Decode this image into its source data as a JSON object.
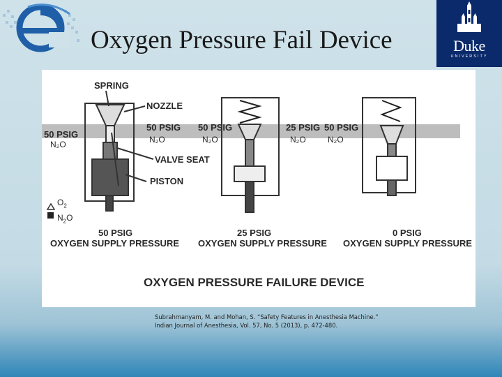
{
  "slide": {
    "title": "Oxygen Pressure Fail Device",
    "institution_logo": {
      "word": "Duke",
      "sub": "UNIVERSITY",
      "icon": "chapel-icon",
      "color": "#0a2a6b"
    },
    "brand_logo": {
      "icon": "e-globe-icon",
      "color": "#1f5fa8"
    }
  },
  "figure": {
    "title": "OXYGEN PRESSURE FAILURE DEVICE",
    "labels": {
      "spring": "SPRING",
      "nozzle": "NOZZLE",
      "valve_seat": "VALVE SEAT",
      "piston": "PISTON"
    },
    "legend": {
      "o2": "O",
      "o2_sub": "2",
      "n2o": "N",
      "n2o_sub": "2",
      "n2o_tail": "O"
    },
    "panels": [
      {
        "left_psig": "50 PSIG",
        "left_gas": "N₂O",
        "right_psig": "50 PSIG",
        "right_gas": "N₂O",
        "supply_psig": "50 PSIG",
        "supply_label": "OXYGEN SUPPLY PRESSURE"
      },
      {
        "left_psig": "50 PSIG",
        "left_gas": "N₂O",
        "right_psig": "25 PSIG",
        "right_gas": "N₂O",
        "supply_psig": "25 PSIG",
        "supply_label": "OXYGEN SUPPLY PRESSURE"
      },
      {
        "left_psig": "50 PSIG",
        "left_gas": "N₂O",
        "right_psig": "",
        "right_gas": "",
        "supply_psig": "0 PSIG",
        "supply_label": "OXYGEN SUPPLY PRESSURE"
      }
    ]
  },
  "caption": {
    "line1": "Subrahmanyam, M. and Mohan, S. “Safety Features in Anesthesia Machine.”",
    "line2": "Indian Journal of Anesthesia, Vol. 57, No. 5 (2013), p. 472-480."
  }
}
